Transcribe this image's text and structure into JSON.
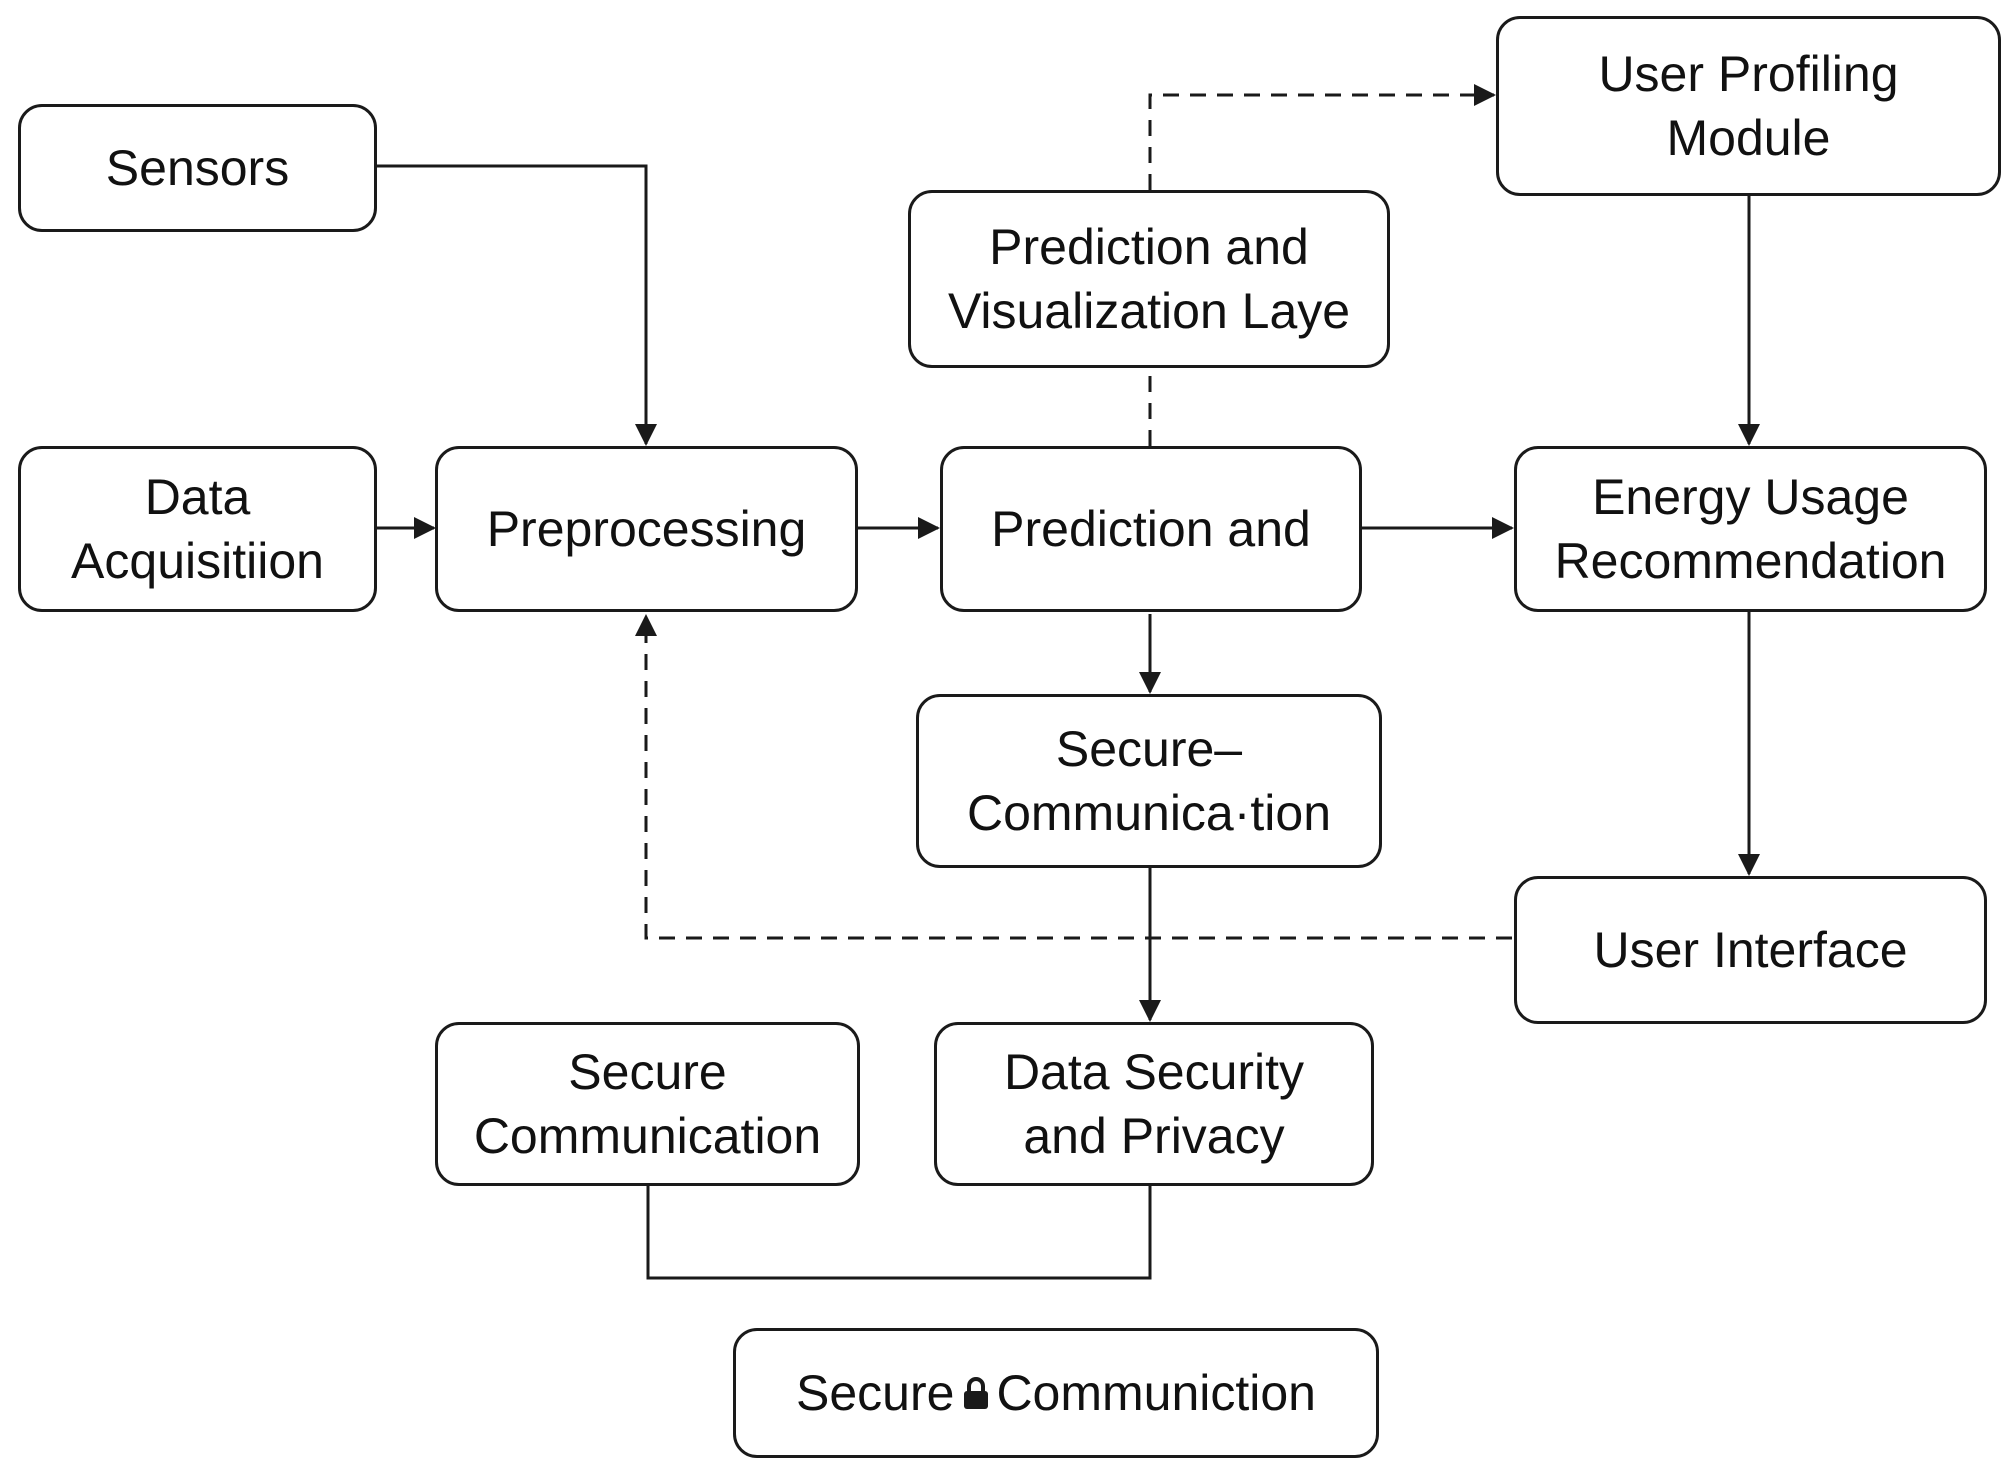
{
  "nodes": {
    "sensors": {
      "lines": [
        "Sensors"
      ]
    },
    "data_acquisition": {
      "lines": [
        "Data",
        "Acquisitiion"
      ]
    },
    "preprocessing": {
      "lines": [
        "Preprocessing"
      ]
    },
    "prediction_visualization": {
      "lines": [
        "Prediction and",
        "Visualization Laye"
      ]
    },
    "prediction": {
      "lines": [
        "Prediction and"
      ]
    },
    "user_profiling": {
      "lines": [
        "User Profiling",
        "Module"
      ]
    },
    "energy_usage": {
      "lines": [
        "Energy Usage",
        "Recommendation"
      ]
    },
    "secure_communication_mid": {
      "lines": [
        "Secure–",
        "Communica·tion"
      ]
    },
    "user_interface": {
      "lines": [
        "User Interface"
      ]
    },
    "secure_communication_left": {
      "lines": [
        "Secure",
        "Communication"
      ]
    },
    "data_security": {
      "lines": [
        "Data Security",
        "and Privacy"
      ]
    },
    "secure_communiction_bottom": {
      "before": "Secure",
      "after": "Communiction",
      "icon": "lock-icon"
    }
  },
  "edges": [
    {
      "from": "Sensors",
      "to": "Preprocessing",
      "style": "solid",
      "arrow": true
    },
    {
      "from": "Data Acquisitiion",
      "to": "Preprocessing",
      "style": "solid",
      "arrow": true
    },
    {
      "from": "Preprocessing",
      "to": "Prediction and",
      "style": "solid",
      "arrow": true
    },
    {
      "from": "Prediction and",
      "to": "Energy Usage Recommendation",
      "style": "solid",
      "arrow": true
    },
    {
      "from": "Prediction and",
      "to": "User Profiling Module",
      "style": "dashed",
      "arrow": true
    },
    {
      "from": "User Profiling Module",
      "to": "Energy Usage Recommendation",
      "style": "solid",
      "arrow": true
    },
    {
      "from": "Energy Usage Recommendation",
      "to": "User Interface",
      "style": "solid",
      "arrow": true
    },
    {
      "from": "Prediction and",
      "to": "Secure–Communica·tion",
      "style": "solid",
      "arrow": true
    },
    {
      "from": "Secure–Communica·tion",
      "to": "Data Security and Privacy",
      "style": "solid",
      "arrow": true
    },
    {
      "from": "User Interface",
      "to": "Preprocessing",
      "style": "dashed",
      "arrow": true
    },
    {
      "from": "Secure Communication",
      "to": "Data Security and Privacy",
      "style": "solid",
      "arrow": false
    }
  ],
  "colors": {
    "stroke": "#1a1a1a",
    "background": "#ffffff",
    "text": "#111111"
  }
}
